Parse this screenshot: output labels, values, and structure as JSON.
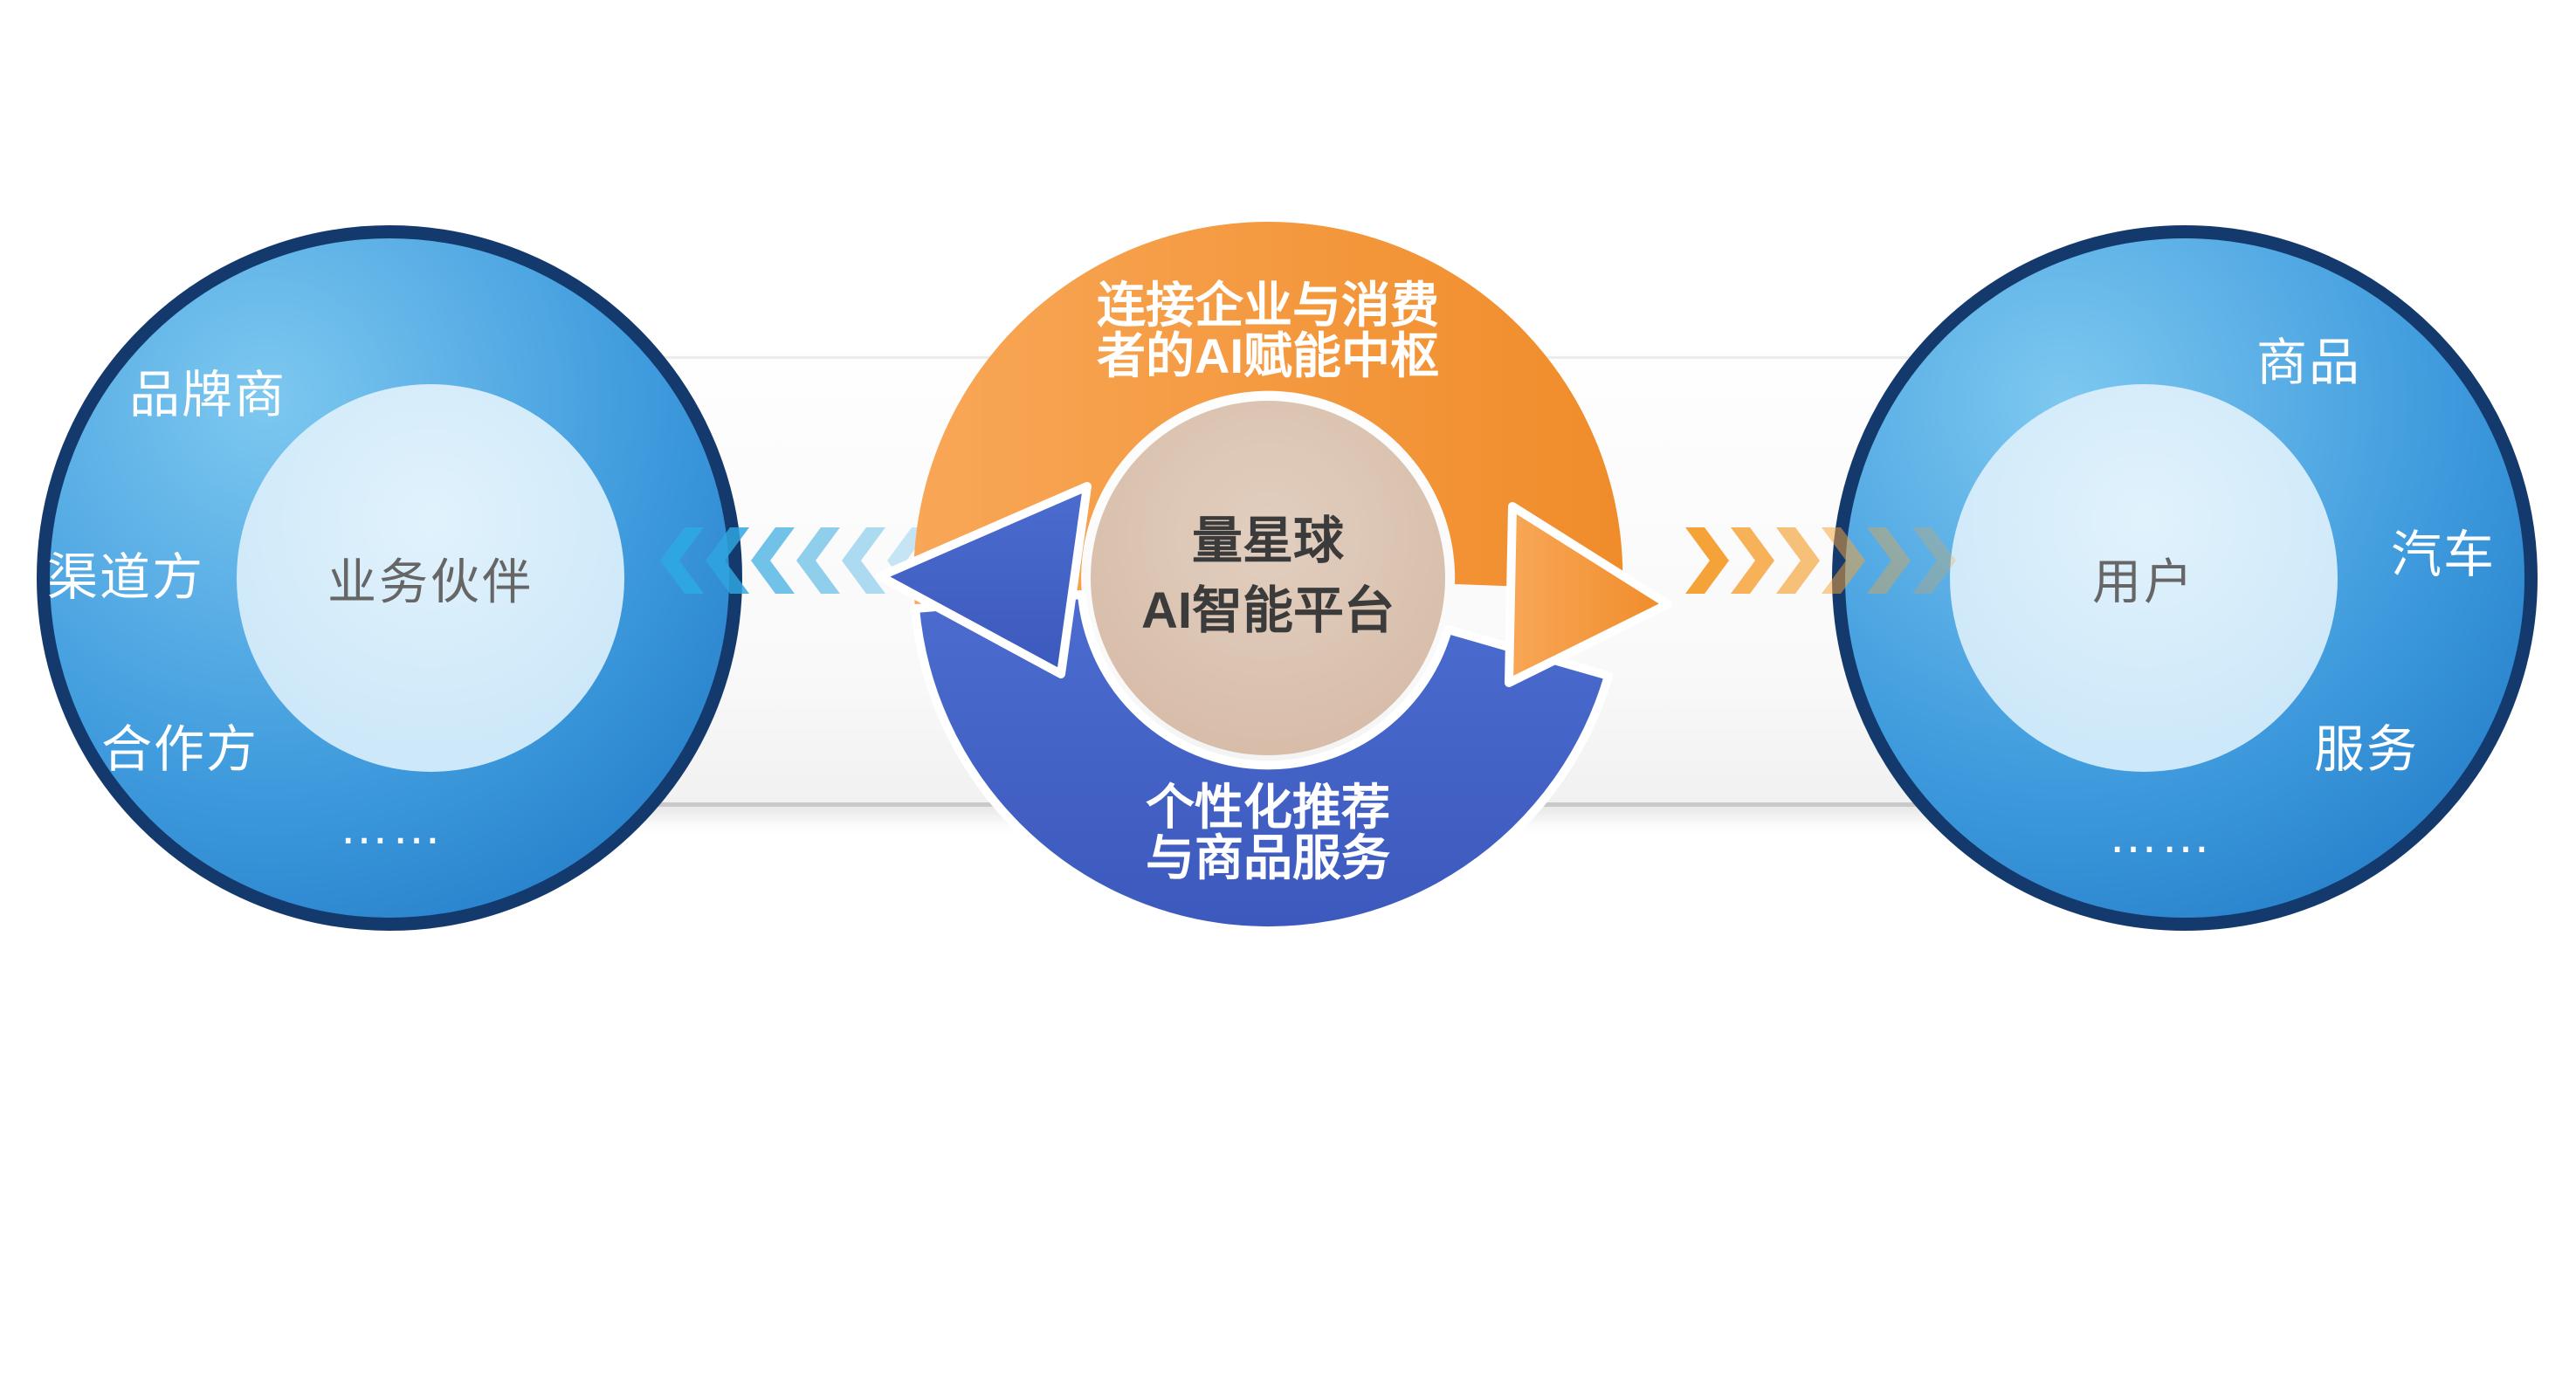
{
  "diagram": {
    "left_circle": {
      "labels": [
        "品牌商",
        "渠道方",
        "合作方",
        "……"
      ],
      "inner_label": "业务伙伴"
    },
    "center": {
      "top_line1": "连接企业与消费",
      "top_line2": "者的AI赋能中枢",
      "core_line1": "量星球",
      "core_line2": "AI智能平台",
      "bottom_line1": "个性化推荐",
      "bottom_line2": "与商品服务"
    },
    "right_circle": {
      "labels": [
        "商品",
        "汽车",
        "服务",
        "……"
      ],
      "inner_label": "用户"
    }
  },
  "colors": {
    "navy_ring": "#143a6d",
    "circle_blue_light": "#7dc8f0",
    "circle_blue_deep": "#1a73c2",
    "inner_circle_blue": "#cde8f9",
    "orange_arc": "#f08c2a",
    "orange_arc_light": "#f8a757",
    "blue_arc": "#3c59bd",
    "blue_arc_light": "#4c6cd0",
    "core_beige": "#d5b9a4",
    "core_beige_light": "#e2cfc0",
    "chevron_blue": "#2ea6df",
    "chevron_yellow": "#f5a339",
    "band_edge": "#c9c9c9",
    "inner_text": "#666666",
    "core_text": "#3b3b3b"
  }
}
